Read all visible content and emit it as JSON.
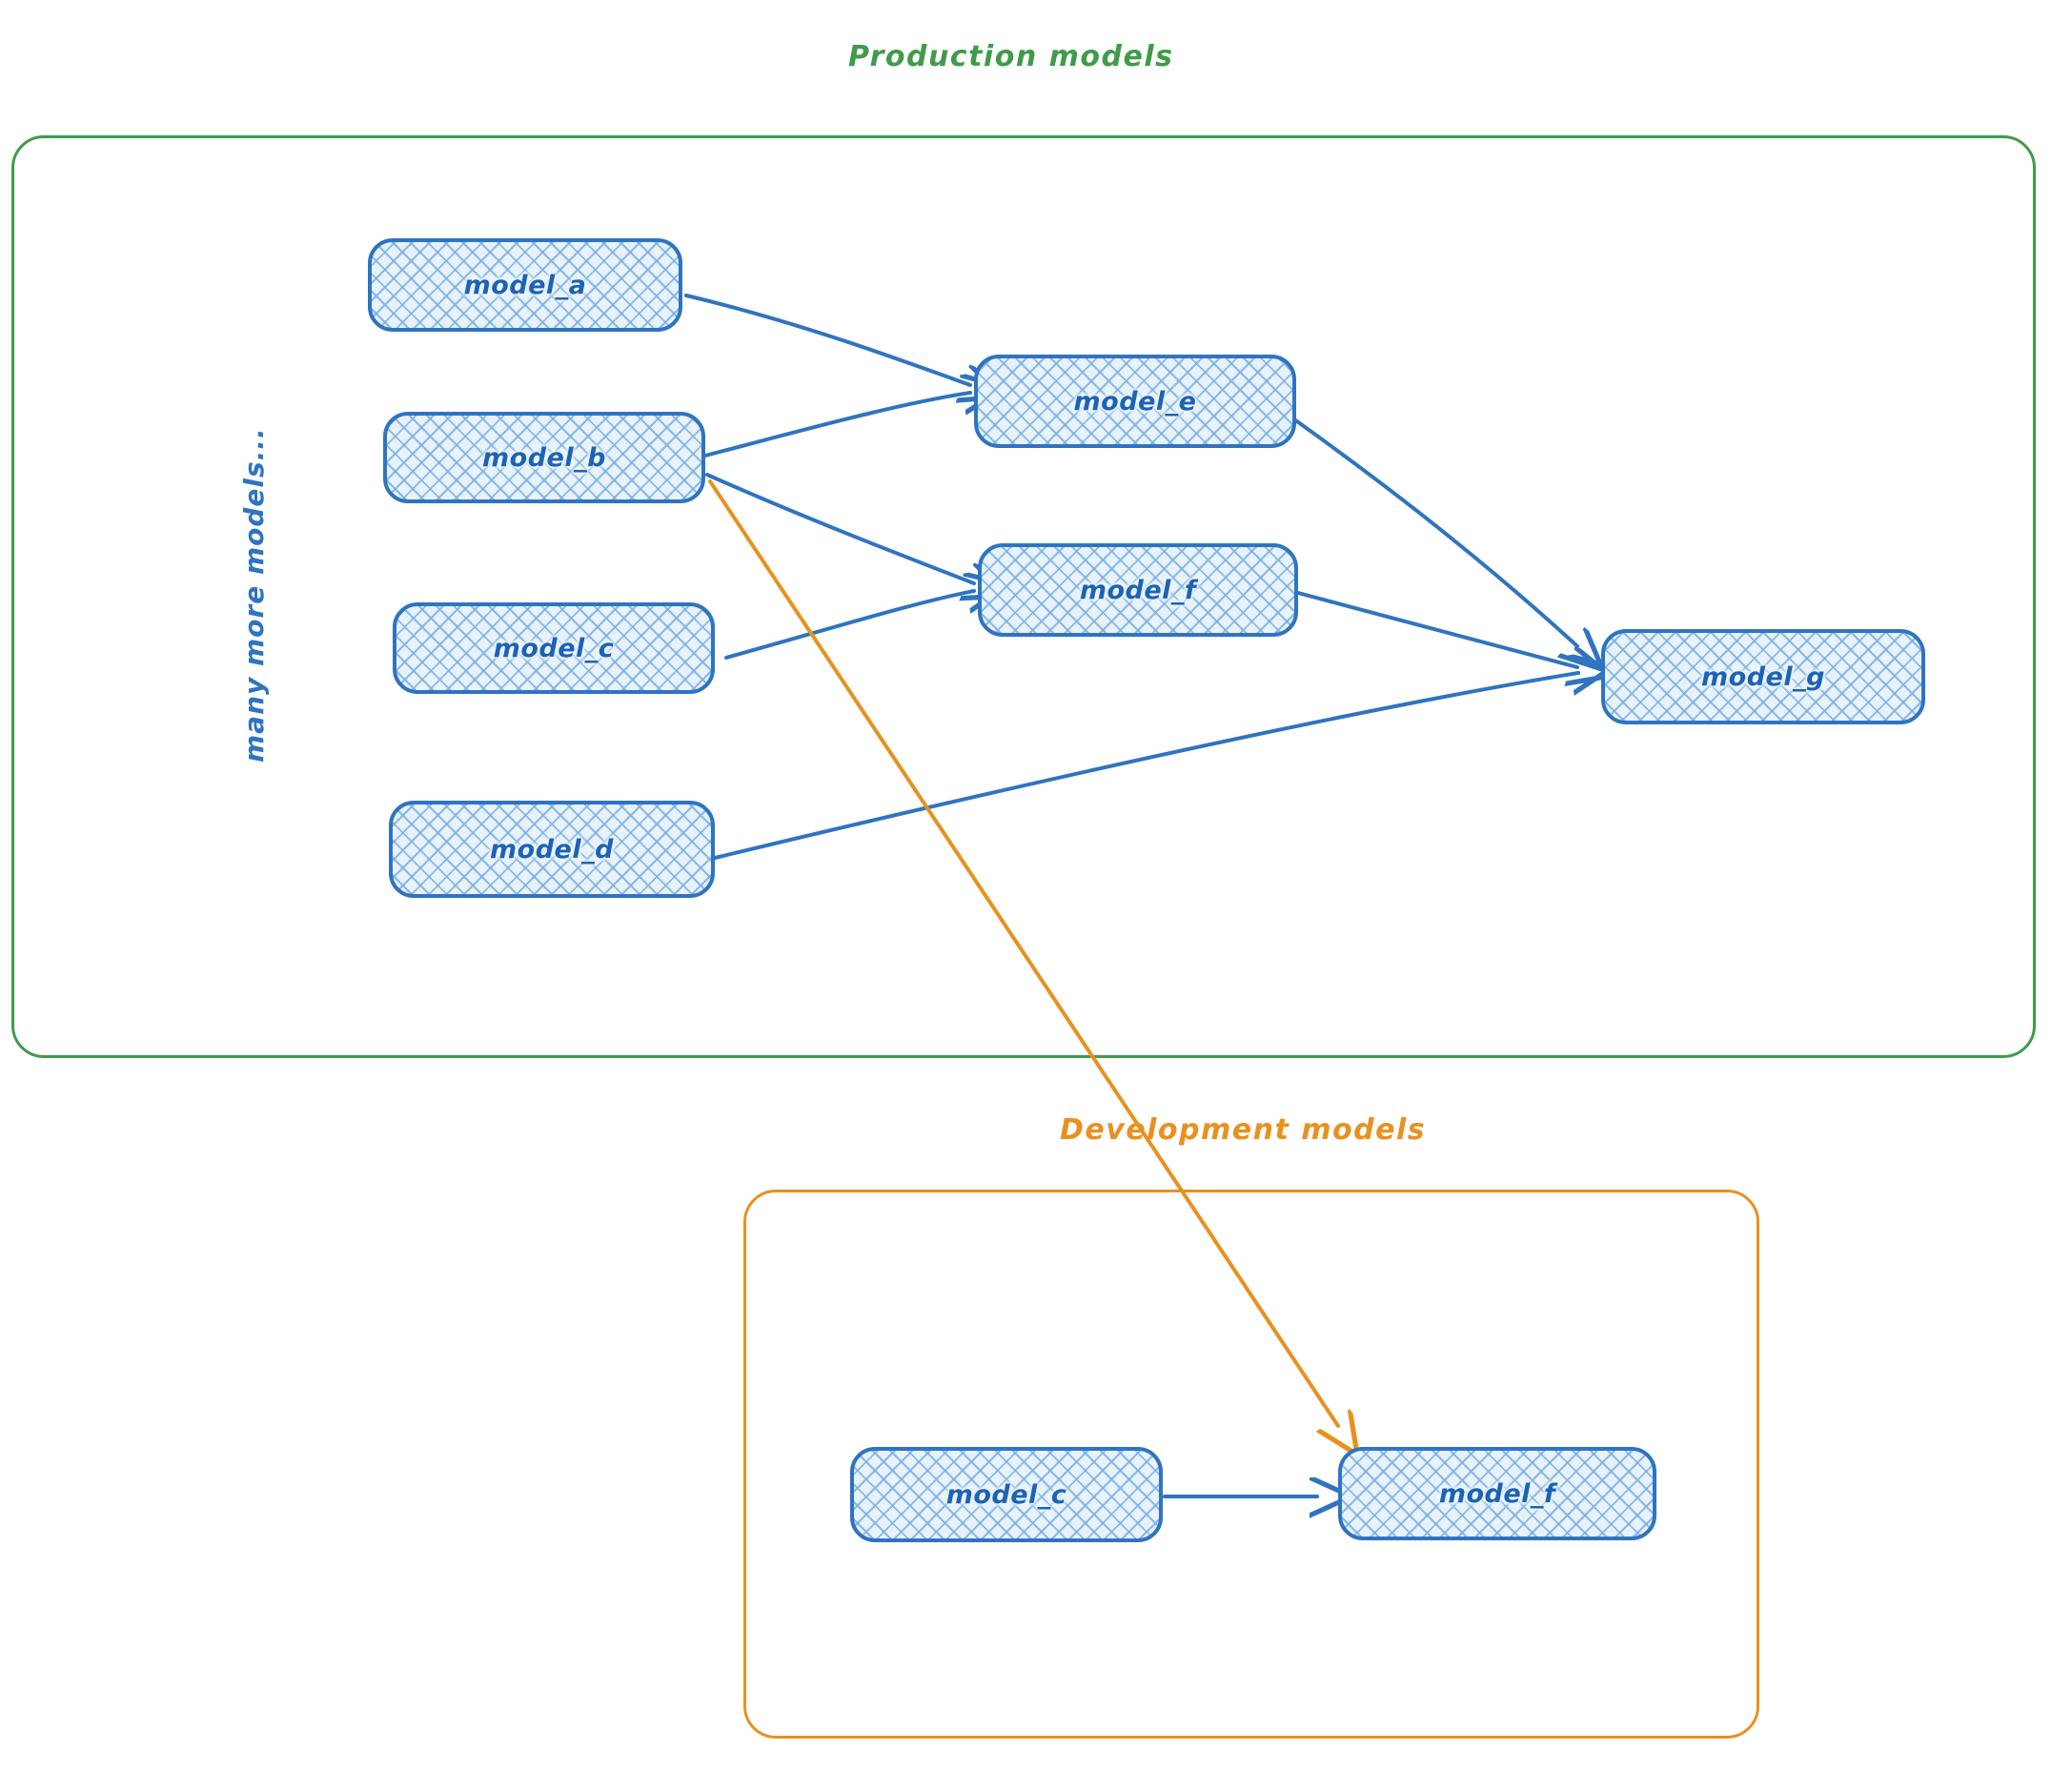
{
  "diagram": {
    "title_visible": false,
    "colors": {
      "production_green": "#3f9c4a",
      "development_orange": "#e8911f",
      "node_blue": "#2f74c0",
      "node_text_blue": "#1b63b5",
      "node_fill": "#e8f2fc",
      "background": "#ffffff"
    }
  },
  "production_group": {
    "title": "Production models",
    "side_note": "many more models...",
    "nodes": [
      {
        "id": "prod_model_a",
        "label": "model_a"
      },
      {
        "id": "prod_model_b",
        "label": "model_b"
      },
      {
        "id": "prod_model_c",
        "label": "model_c"
      },
      {
        "id": "prod_model_d",
        "label": "model_d"
      },
      {
        "id": "prod_model_e",
        "label": "model_e"
      },
      {
        "id": "prod_model_f",
        "label": "model_f"
      },
      {
        "id": "prod_model_g",
        "label": "model_g"
      }
    ],
    "edges": [
      {
        "from": "model_a",
        "to": "model_e",
        "color": "#2f74c0"
      },
      {
        "from": "model_b",
        "to": "model_e",
        "color": "#2f74c0"
      },
      {
        "from": "model_b",
        "to": "model_f",
        "color": "#2f74c0"
      },
      {
        "from": "model_c",
        "to": "model_f",
        "color": "#2f74c0"
      },
      {
        "from": "model_e",
        "to": "model_g",
        "color": "#2f74c0"
      },
      {
        "from": "model_f",
        "to": "model_g",
        "color": "#2f74c0"
      },
      {
        "from": "model_d",
        "to": "model_g",
        "color": "#2f74c0"
      }
    ]
  },
  "development_group": {
    "title": "Development models",
    "nodes": [
      {
        "id": "dev_model_c",
        "label": "model_c"
      },
      {
        "id": "dev_model_f",
        "label": "model_f"
      }
    ],
    "edges": [
      {
        "from": "model_c",
        "to": "model_f",
        "color": "#2f74c0"
      }
    ]
  },
  "cross_group_edges": [
    {
      "from": "production.model_b",
      "to": "development.model_f",
      "color": "#e8911f"
    }
  ]
}
